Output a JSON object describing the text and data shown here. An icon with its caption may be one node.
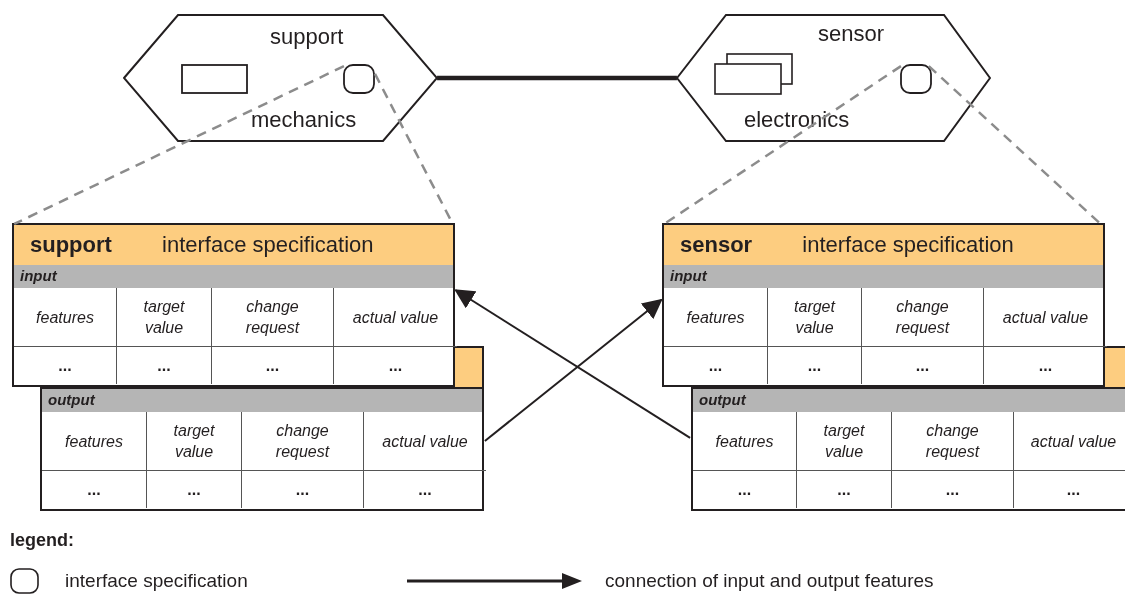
{
  "diagram": {
    "nodes": [
      {
        "text": [
          "support",
          "mechanics"
        ]
      },
      {
        "text": [],
        "shape": "box",
        "in": 0
      },
      {
        "text": [],
        "shape": "box",
        "in": 0
      },
      {
        "text": [
          "sensor",
          "electronics"
        ]
      },
      {
        "text": [],
        "shape": "box",
        "in": 3
      },
      {
        "text": [],
        "shape": "box",
        "in": 3
      },
      {
        "text": [
          "**support** interface specification",
          "input",
          "features",
          "target value",
          "change request",
          "actual value",
          "...",
          "...",
          "...",
          "..."
        ]
      },
      {
        "text": [
          "output",
          "features",
          "target value",
          "change request",
          "actual value",
          "...",
          "...",
          "...",
          "..."
        ]
      },
      {
        "text": [
          "**sensor** interface specification",
          "input",
          "features",
          "target value",
          "change request",
          "actual value",
          "...",
          "...",
          "...",
          "..."
        ]
      },
      {
        "text": [
          "output",
          "features",
          "target value",
          "change request",
          "actual value",
          "...",
          "...",
          "...",
          "..."
        ]
      }
    ],
    "edges": [
      {
        "from": 0,
        "to": 3,
        "arrow": "none",
        "style": "thick",
        "color": "#231f20"
      },
      {
        "from": 2,
        "to": 6,
        "arrow": "none",
        "style": "dashed"
      },
      {
        "from": 2,
        "to": 6,
        "arrow": "none",
        "style": "dashed"
      },
      {
        "from": 5,
        "to": 8,
        "arrow": "none",
        "style": "dashed"
      },
      {
        "from": 5,
        "to": 8,
        "arrow": "none",
        "style": "dashed"
      },
      {
        "from": 7,
        "to": 8,
        "arrow": "to",
        "color": "#231f20"
      },
      {
        "from": 9,
        "to": 6,
        "arrow": "to",
        "color": "#231f20"
      }
    ],
    "labels": [
      "legend:"
    ],
    "legend": [
      {
        "text": "interface specification"
      },
      {
        "text": "connection of input and output features"
      }
    ]
  }
}
